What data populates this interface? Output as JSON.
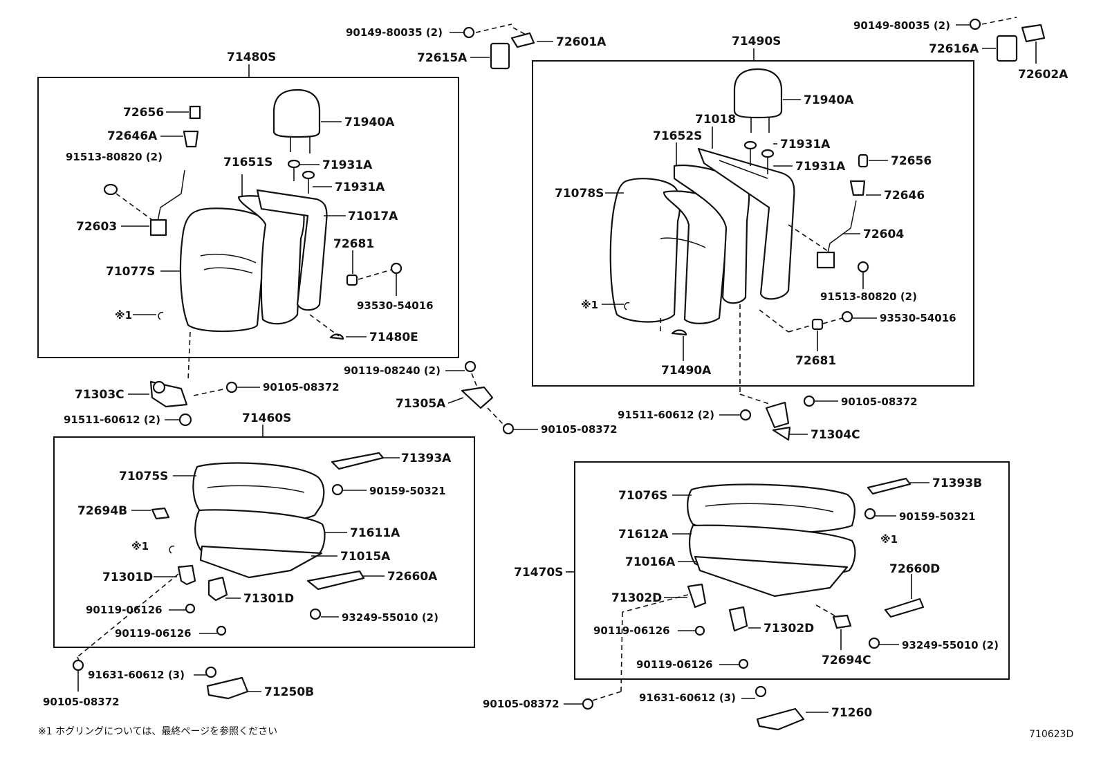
{
  "drawing_code": "710623D",
  "footnote": "※1 ホグリングについては、最終ページを参照ください",
  "note_mark": "※1",
  "assemblies": [
    {
      "id": "back_left",
      "label": "71480S"
    },
    {
      "id": "back_right",
      "label": "71490S"
    },
    {
      "id": "cushion_left",
      "label": "71460S"
    },
    {
      "id": "cushion_right",
      "label": "71470S"
    }
  ],
  "callouts": [
    "90149-80035 (2)",
    "72601A",
    "72615A",
    "90149-80035 (2)",
    "72616A",
    "72602A",
    "72656",
    "72646A",
    "91513-80820 (2)",
    "72603",
    "71940A",
    "71651S",
    "71931A",
    "71931A",
    "71017A",
    "72681",
    "71077S",
    "93530-54016",
    "71480E",
    "71940A",
    "71018",
    "71652S",
    "71931A",
    "71931A",
    "72656",
    "71078S",
    "72646",
    "72604",
    "91513-80820 (2)",
    "93530-54016",
    "72681",
    "71490A",
    "71303C",
    "90105-08372",
    "91511-60612 (2)",
    "90119-08240 (2)",
    "71305A",
    "90105-08372",
    "91511-60612 (2)",
    "90105-08372",
    "71304C",
    "71393A",
    "71075S",
    "90159-50321",
    "72694B",
    "71611A",
    "71015A",
    "71301D",
    "72660A",
    "71301D",
    "90119-06126",
    "93249-55010 (2)",
    "90119-06126",
    "91631-60612 (3)",
    "71250B",
    "90105-08372",
    "71393B",
    "71076S",
    "90159-50321",
    "71612A",
    "71016A",
    "71470S",
    "72660D",
    "71302D",
    "90119-06126",
    "71302D",
    "93249-55010 (2)",
    "72694C",
    "90119-06126",
    "90105-08372",
    "91631-60612 (3)",
    "71260"
  ]
}
